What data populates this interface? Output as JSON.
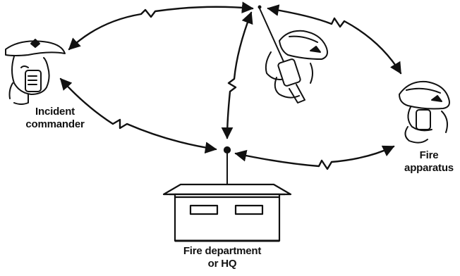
{
  "diagram": {
    "nodes": {
      "incident_commander": {
        "line1": "Incident",
        "line2": "commander"
      },
      "fire_apparatus": {
        "line1": "Fire",
        "line2": "apparatus"
      },
      "headquarters": {
        "line1": "Fire department",
        "line2": "or HQ"
      }
    },
    "colors": {
      "ink": "#111111",
      "paper": "#ffffff"
    }
  }
}
